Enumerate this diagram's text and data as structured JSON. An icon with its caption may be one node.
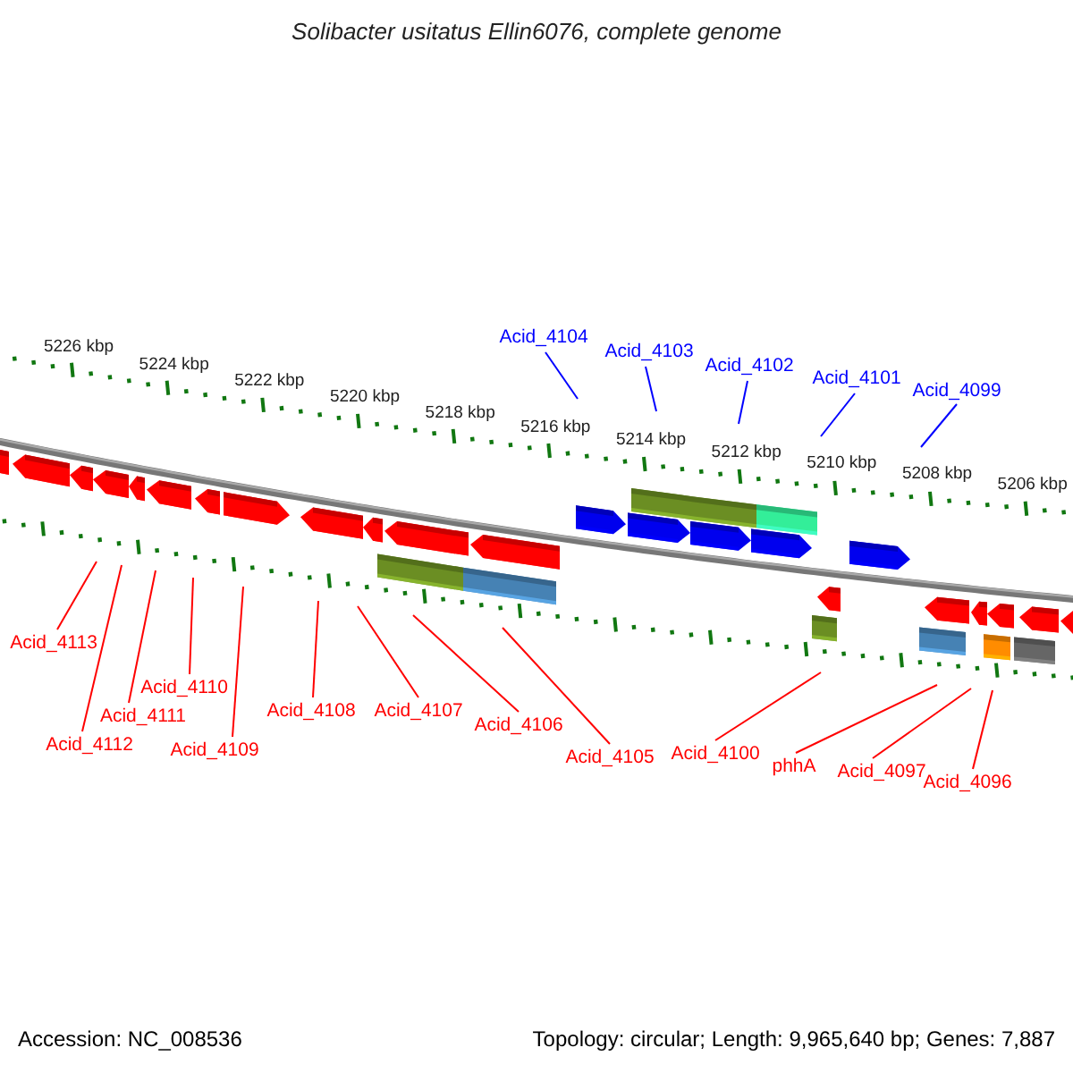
{
  "diagram": {
    "title": "Solibacter usitatus Ellin6076, complete genome",
    "nodes": [
      {
        "text": [
          "Acid_4104"
        ]
      },
      {
        "text": [
          "Acid_4103"
        ]
      },
      {
        "text": [
          "Acid_4102"
        ]
      },
      {
        "text": [
          "Acid_4101"
        ]
      },
      {
        "text": [
          "Acid_4099"
        ]
      },
      {
        "text": [
          "Acid_4113"
        ]
      },
      {
        "text": [
          "Acid_4111"
        ]
      },
      {
        "text": [
          "Acid_4112"
        ]
      },
      {
        "text": [
          "Acid_4110"
        ]
      },
      {
        "text": [
          "Acid_4109"
        ]
      },
      {
        "text": [
          "Acid_4108"
        ]
      },
      {
        "text": [
          "Acid_4107"
        ]
      },
      {
        "text": [
          "Acid_4106"
        ]
      },
      {
        "text": [
          "Acid_4105"
        ]
      },
      {
        "text": [
          "Acid_4100"
        ]
      },
      {
        "text": [
          "phhA"
        ]
      },
      {
        "text": [
          "Acid_4097"
        ]
      },
      {
        "text": [
          "Acid_4096"
        ]
      }
    ],
    "edges": [
      {
        "from": 0,
        "to": null,
        "arrow": "none",
        "color": "#0000ff"
      },
      {
        "from": 1,
        "to": null,
        "arrow": "none",
        "color": "#0000ff"
      },
      {
        "from": 2,
        "to": null,
        "arrow": "none",
        "color": "#0000ff"
      },
      {
        "from": 3,
        "to": null,
        "arrow": "none",
        "color": "#0000ff"
      },
      {
        "from": 4,
        "to": null,
        "arrow": "none",
        "color": "#0000ff"
      },
      {
        "from": 5,
        "to": null,
        "arrow": "none"
      },
      {
        "from": 6,
        "to": null,
        "arrow": "none"
      },
      {
        "from": 7,
        "to": null,
        "arrow": "none"
      },
      {
        "from": 8,
        "to": null,
        "arrow": "none"
      },
      {
        "from": 9,
        "to": null,
        "arrow": "none"
      },
      {
        "from": 10,
        "to": null,
        "arrow": "none"
      },
      {
        "from": 11,
        "to": null,
        "arrow": "none"
      },
      {
        "from": 12,
        "to": null,
        "arrow": "none"
      },
      {
        "from": 13,
        "to": null,
        "arrow": "none"
      },
      {
        "from": 14,
        "to": null,
        "arrow": "none"
      },
      {
        "from": 15,
        "to": null,
        "arrow": "none"
      },
      {
        "from": 16,
        "to": null,
        "arrow": "none"
      },
      {
        "from": 17,
        "to": null,
        "arrow": "none"
      }
    ],
    "labels": [
      "5226 kbp",
      "5224 kbp",
      "5222 kbp",
      "5220 kbp",
      "5218 kbp",
      "5216 kbp",
      "5214 kbp",
      "5212 kbp",
      "5210 kbp",
      "5208 kbp",
      "5206 kbp",
      "Accession: NC_008536",
      "Topology: circular; Length: 9,965,640 bp; Genes: 7,887"
    ]
  }
}
